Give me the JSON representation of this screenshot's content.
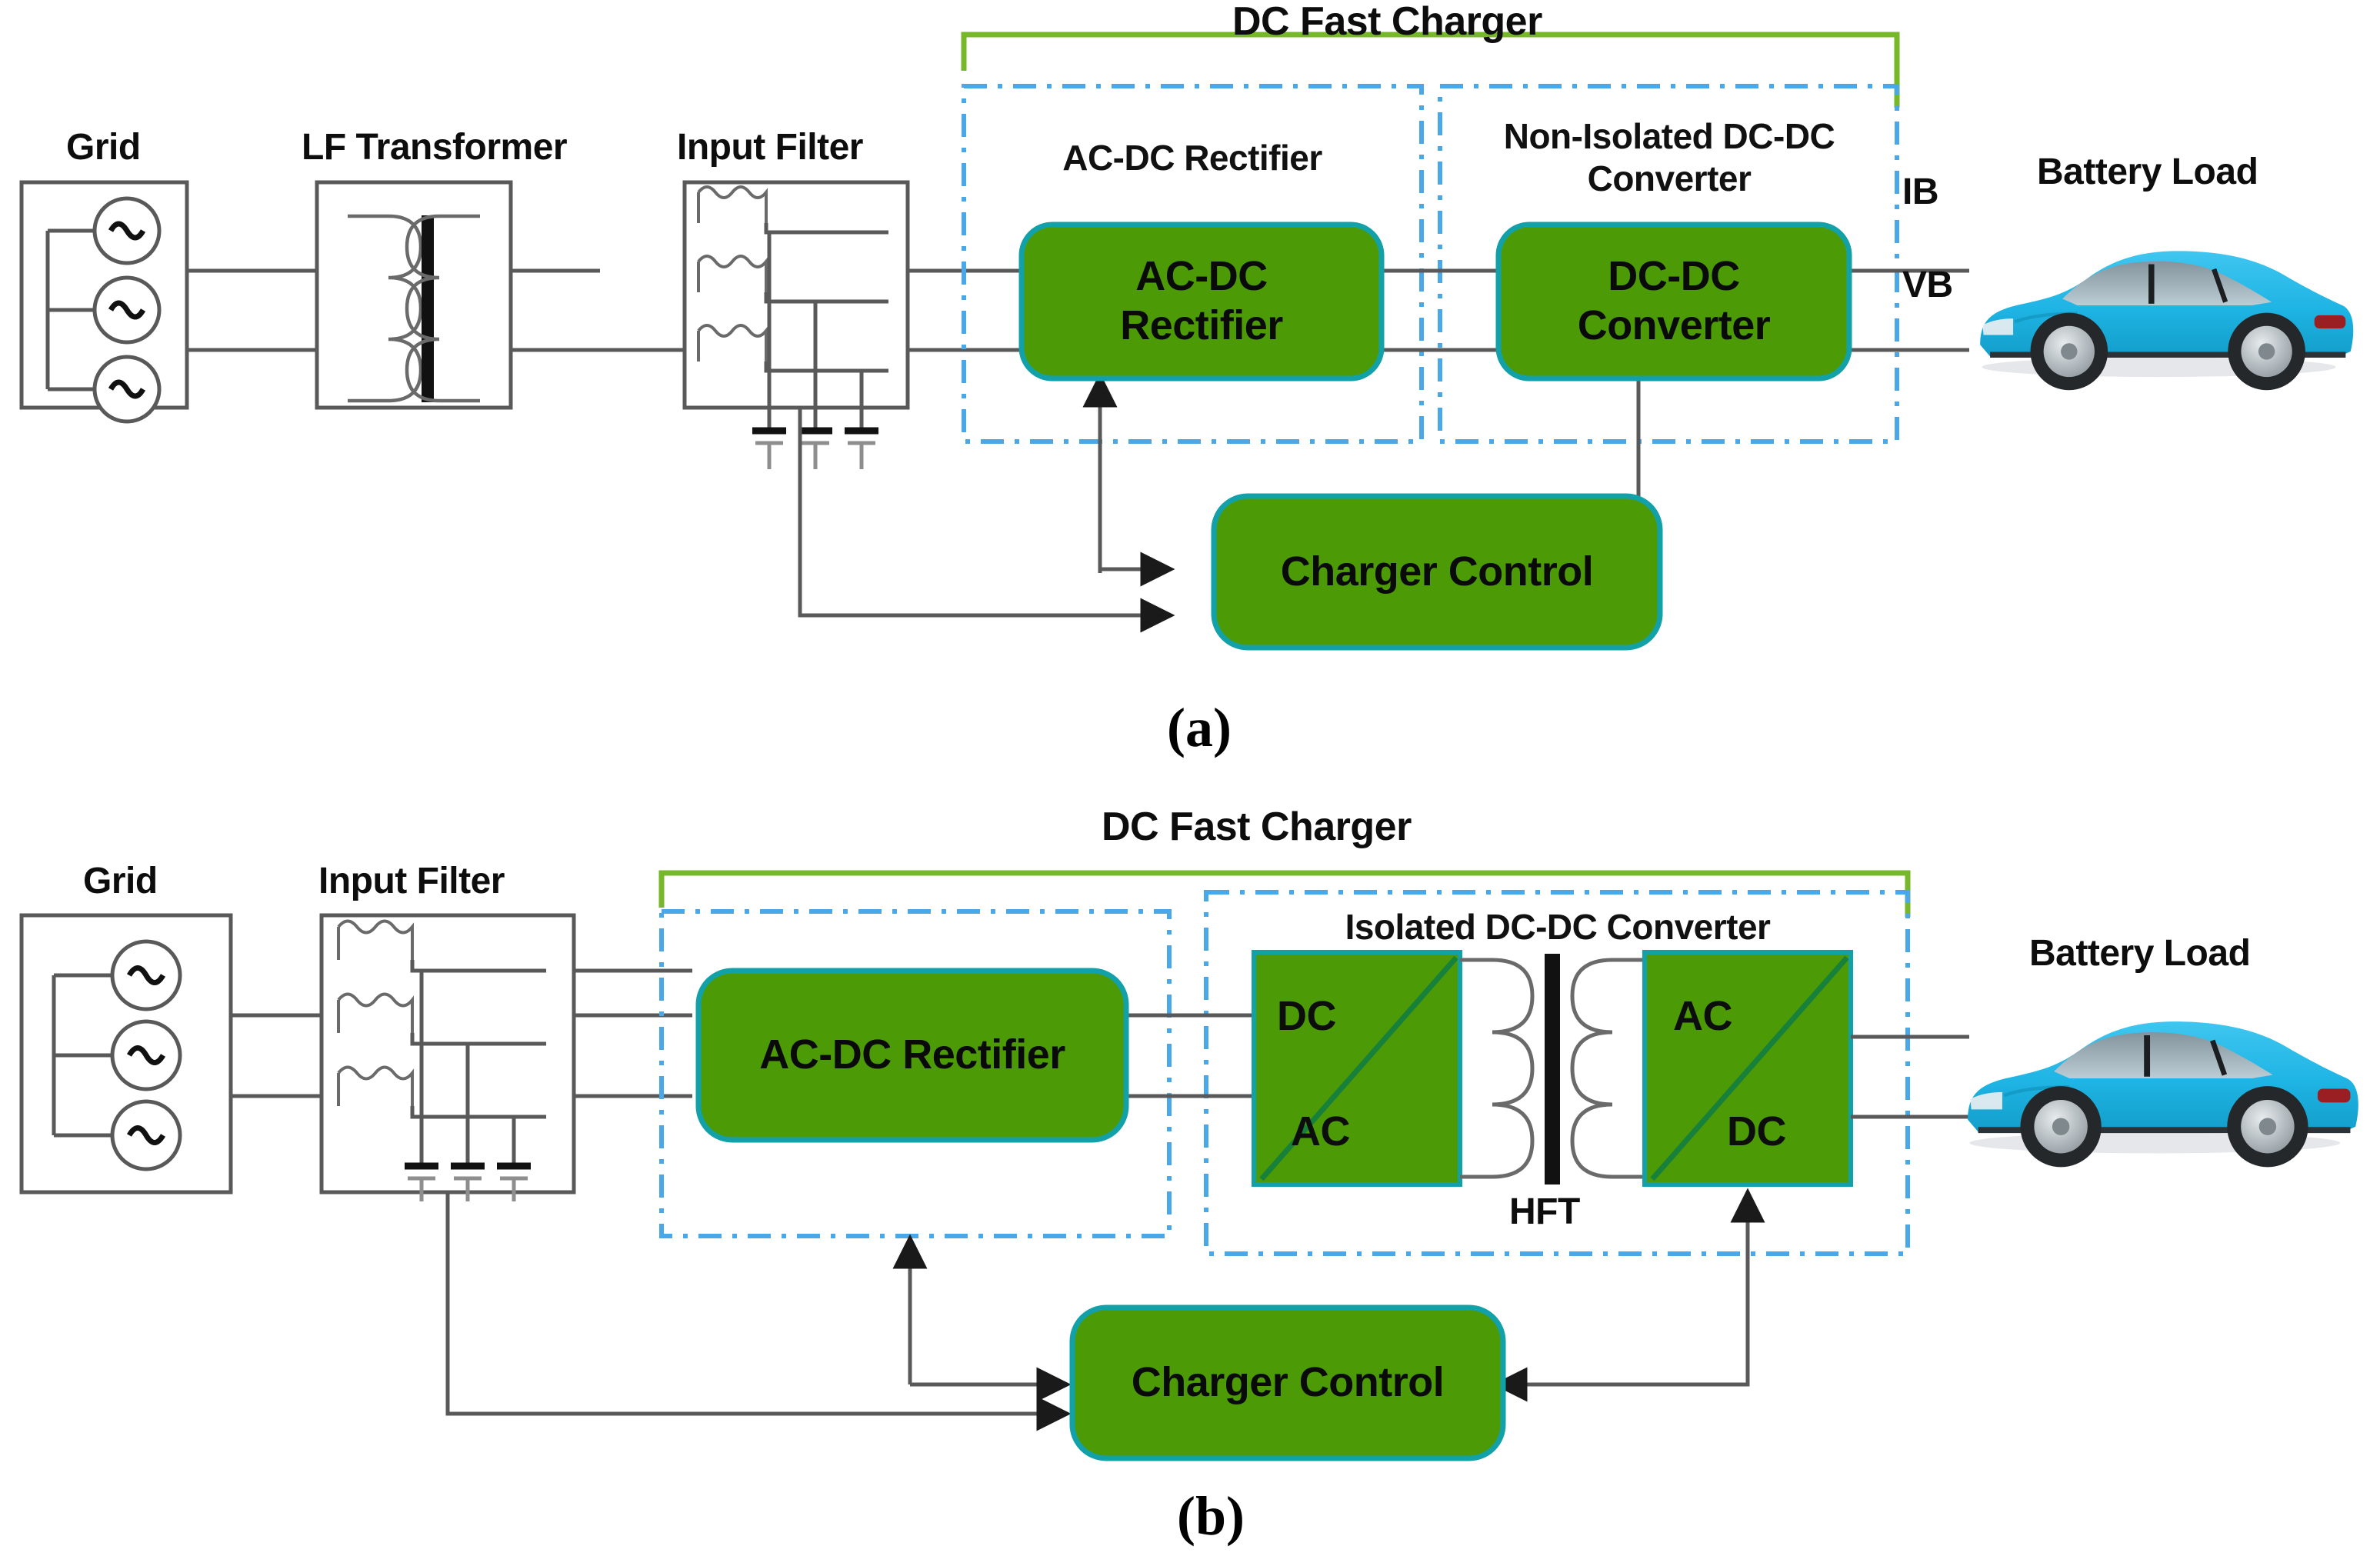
{
  "figure": {
    "panels": [
      {
        "id": "a",
        "caption": "(a)",
        "title": "DC Fast Charger",
        "stage_labels": {
          "grid": "Grid",
          "lf_transformer": "LF Transformer",
          "input_filter": "Input Filter",
          "battery_load": "Battery Load"
        },
        "dashed_groups": [
          {
            "name": "AC-DC Rectifier",
            "label": "AC-DC Rectifier"
          },
          {
            "name": "Non-Isolated DC-DC Converter",
            "label": "Non-Isolated DC-DC\nConverter"
          }
        ],
        "blocks": [
          {
            "name": "ac-dc-rectifier",
            "label": "AC-DC\nRectifier"
          },
          {
            "name": "dc-dc-converter",
            "label": "DC-DC\nConverter"
          },
          {
            "name": "charger-control",
            "label": "Charger Control"
          }
        ],
        "signals": [
          {
            "name": "battery-current",
            "label": "IB"
          },
          {
            "name": "battery-voltage",
            "label": "VB"
          }
        ]
      },
      {
        "id": "b",
        "caption": "(b)",
        "title": "DC Fast Charger",
        "stage_labels": {
          "grid": "Grid",
          "input_filter": "Input Filter",
          "battery_load": "Battery Load"
        },
        "dashed_groups": [
          {
            "name": "ac-dc-rectifier-group",
            "label": ""
          },
          {
            "name": "isolated-dc-dc-converter",
            "label": "Isolated DC-DC Converter"
          }
        ],
        "blocks": [
          {
            "name": "ac-dc-rectifier",
            "label": "AC-DC Rectifier"
          },
          {
            "name": "charger-control",
            "label": "Charger Control"
          }
        ],
        "converter_cells": [
          {
            "name": "primary-inverter-dc",
            "top": "DC",
            "bottom": "AC"
          },
          {
            "name": "secondary-rectifier-ac",
            "top": "AC",
            "bottom": "DC"
          }
        ],
        "transformer": {
          "name": "high-frequency-transformer",
          "label": "HFT"
        }
      }
    ]
  },
  "colors": {
    "block_green": "#4c9a06",
    "block_edge_teal": "#12a1a8",
    "bracket_green": "#76b82a",
    "dashed_blue": "#4aa8e8",
    "wire_gray": "#595959",
    "car_body": "#22b6e6",
    "text_black": "#0d0d0d"
  }
}
